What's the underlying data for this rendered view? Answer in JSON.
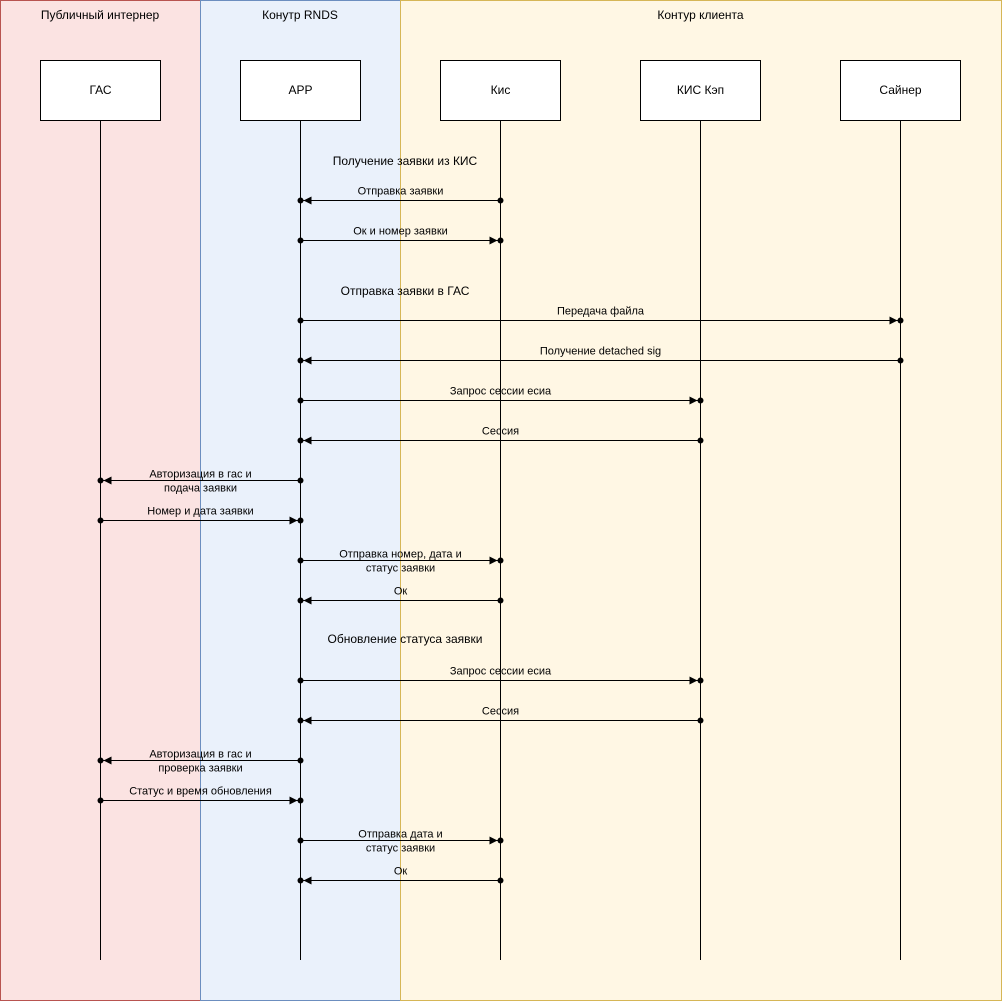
{
  "zones": [
    {
      "title": "Публичный интернер",
      "fill": "#fbe3e2",
      "stroke": "#b85450"
    },
    {
      "title": "Конутр RNDS",
      "fill": "#eaf1fb",
      "stroke": "#6c8ebf"
    },
    {
      "title": "Контур клиента",
      "fill": "#fff7e4",
      "stroke": "#d6b656"
    }
  ],
  "actors": [
    {
      "label": "ГАС"
    },
    {
      "label": "АРР"
    },
    {
      "label": "Кис"
    },
    {
      "label": "КИС Кэп"
    },
    {
      "label": "Сайнер"
    }
  ],
  "sections": [
    {
      "title": "Получение заявки из КИС"
    },
    {
      "title": "Отправка заявки в ГАС"
    },
    {
      "title": "Обновление статуса заявки"
    }
  ],
  "messages": [
    {
      "from": "Кис",
      "to": "АРР",
      "lines": [
        "Отправка заявки"
      ]
    },
    {
      "from": "АРР",
      "to": "Кис",
      "lines": [
        "Ок и номер заявки"
      ]
    },
    {
      "from": "АРР",
      "to": "Сайнер",
      "lines": [
        "Передача файла"
      ]
    },
    {
      "from": "Сайнер",
      "to": "АРР",
      "lines": [
        "Получение detached sig"
      ]
    },
    {
      "from": "АРР",
      "to": "КИС Кэп",
      "lines": [
        "Запрос сессии есиа"
      ]
    },
    {
      "from": "КИС Кэп",
      "to": "АРР",
      "lines": [
        "Сессия"
      ]
    },
    {
      "from": "АРР",
      "to": "ГАС",
      "lines": [
        "Авторизация в гас и",
        "подача заявки"
      ]
    },
    {
      "from": "ГАС",
      "to": "АРР",
      "lines": [
        "Номер и дата заявки"
      ]
    },
    {
      "from": "АРР",
      "to": "Кис",
      "lines": [
        "Отправка номер, дата и",
        "статус заявки"
      ]
    },
    {
      "from": "Кис",
      "to": "АРР",
      "lines": [
        "Ок"
      ]
    },
    {
      "from": "АРР",
      "to": "КИС Кэп",
      "lines": [
        "Запрос сессии есиа"
      ]
    },
    {
      "from": "КИС Кэп",
      "to": "АРР",
      "lines": [
        "Сессия"
      ]
    },
    {
      "from": "АРР",
      "to": "ГАС",
      "lines": [
        "Авторизация в гас и",
        "проверка заявки"
      ]
    },
    {
      "from": "ГАС",
      "to": "АРР",
      "lines": [
        "Статус и время обновления"
      ]
    },
    {
      "from": "АРР",
      "to": "Кис",
      "lines": [
        "Отправка дата и",
        "статус заявки"
      ]
    },
    {
      "from": "Кис",
      "to": "АРР",
      "lines": [
        "Ок"
      ]
    }
  ]
}
